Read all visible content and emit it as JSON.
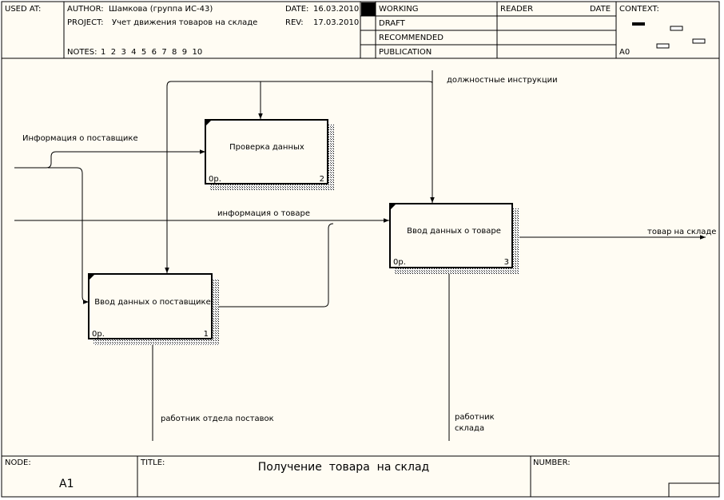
{
  "header": {
    "used_at_label": "USED AT:",
    "author_label": "AUTHOR:",
    "author_value": "Шамкова (группа ИС-43)",
    "project_label": "PROJECT:",
    "project_value": "Учет движения товаров на складе",
    "date_label": "DATE:",
    "date_value": "16.03.2010",
    "rev_label": "REV:",
    "rev_value": "17.03.2010",
    "notes_label": "NOTES:",
    "notes_value": "1  2  3  4  5  6  7  8  9  10",
    "status": [
      "WORKING",
      "DRAFT",
      "RECOMMENDED",
      "PUBLICATION"
    ],
    "reader_label": "READER",
    "reader_date_label": "DATE",
    "context_label": "CONTEXT:",
    "context_node": "A0"
  },
  "diagram": {
    "boxes": [
      {
        "name": "Проверка данных",
        "cost": "0р.",
        "number": "2"
      },
      {
        "name": "Ввод данных о товаре",
        "cost": "0р.",
        "number": "3"
      },
      {
        "name": "Ввод данных о поставщике",
        "cost": "0р.",
        "number": "1"
      }
    ],
    "arrows": {
      "instructions": "должностные инструкции",
      "supplier_info": "Информация о поставщике",
      "product_info": "информация о товаре",
      "goods_out": "товар на складе",
      "supply_worker": "работник отдела поставок",
      "warehouse_worker_1": "работник",
      "warehouse_worker_2": "склада"
    }
  },
  "footer": {
    "node_label": "NODE:",
    "node_value": "A1",
    "title_label": "TITLE:",
    "title_value": "Получение  товара  на склад",
    "number_label": "NUMBER:"
  }
}
